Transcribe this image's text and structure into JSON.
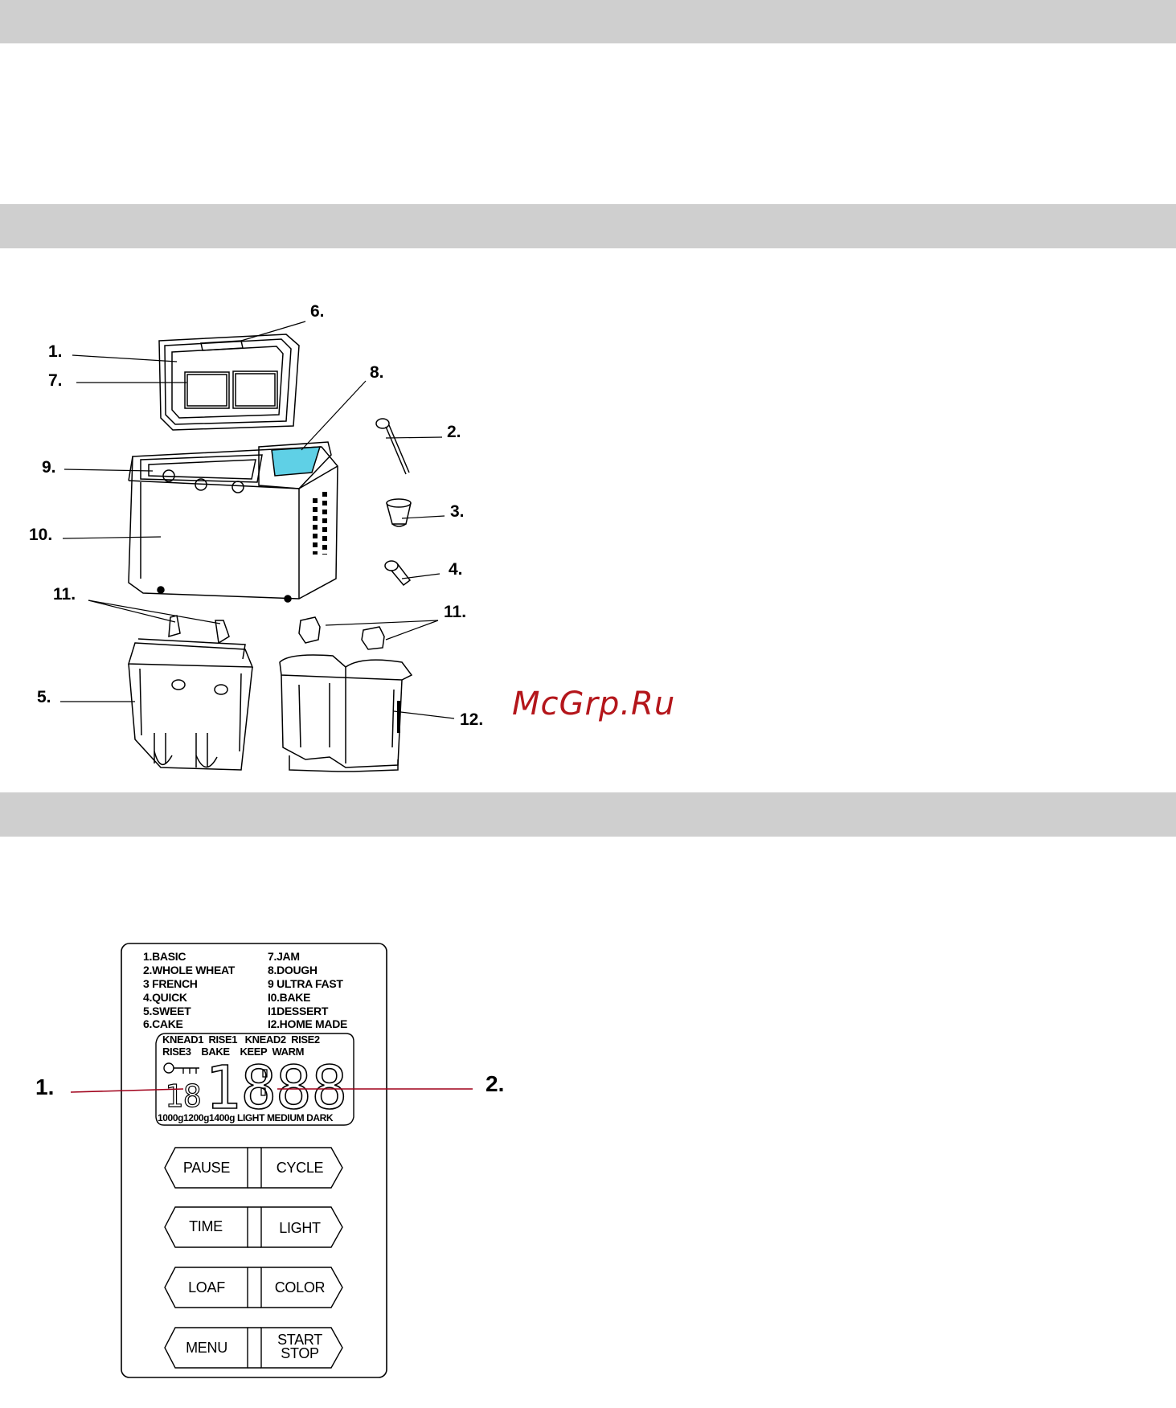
{
  "figure1": {
    "callouts": {
      "c1": "1.",
      "c2": "2.",
      "c3": "3.",
      "c4": "4.",
      "c5": "5.",
      "c6": "6.",
      "c7": "7.",
      "c8": "8.",
      "c9": "9.",
      "c10": "10.",
      "c11a": "11.",
      "c11b": "11.",
      "c12": "12."
    }
  },
  "watermark": "McGrp.Ru",
  "panel": {
    "programs_left": [
      "1.BASIC",
      "2.WHOLE  WHEAT",
      "3 FRENCH",
      "4.QUICK",
      "5.SWEET",
      "6.CAKE"
    ],
    "programs_right": [
      "7.JAM",
      "8.DOUGH",
      "9 ULTRA  FAST",
      "I0.BAKE",
      "I1DESSERT",
      "I2.HOME  MADE"
    ],
    "stage_row1": "KNEAD1  RISE1   KNEAD2  RISE2",
    "stage_row2": "RISE3    BAKE    KEEP  WARM",
    "small_digits": "18",
    "big_digits_left": "18",
    "big_digits_right": "88",
    "weights_row": "1000g1200g1400g LIGHT MEDIUM DARK",
    "buttons": [
      {
        "left": "PAUSE",
        "right": "CYCLE"
      },
      {
        "left": "TIME",
        "right": "LIGHT"
      },
      {
        "left": "LOAF",
        "right": "COLOR"
      },
      {
        "left": "MENU",
        "right_line1": "START",
        "right_line2": "STOP"
      }
    ],
    "callout1": "1.",
    "callout2": "2."
  }
}
